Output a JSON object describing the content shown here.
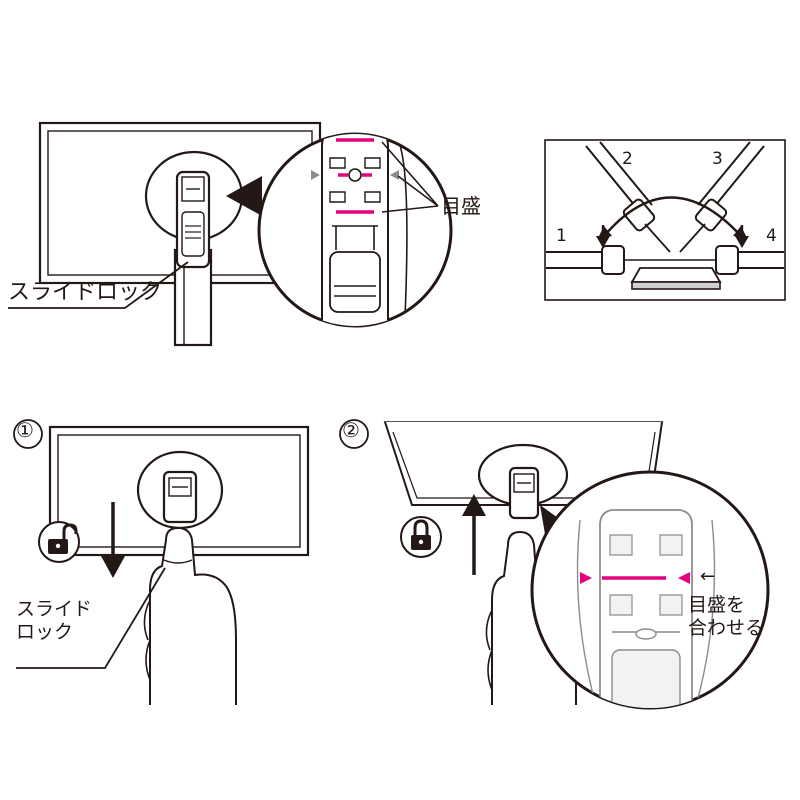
{
  "labels": {
    "slide_lock": "スライドロック",
    "slide_lock_wrapped": "スライド\nロック",
    "scale": "目盛",
    "align_scale": "目盛を\n合わせる",
    "arrow_hint": "←"
  },
  "angle_positions": [
    "1",
    "2",
    "3",
    "4"
  ],
  "steps": [
    "①",
    "②"
  ],
  "icons": {
    "unlocked": "unlocked-padlock-icon",
    "locked": "locked-padlock-icon"
  },
  "colors": {
    "ink": "#231815",
    "accent": "#e4007f",
    "gray_mark": "#8c8c8c",
    "light_fill": "#f2f2f2",
    "panel_fill": "#cfcfcf",
    "skin": "#ffffff"
  }
}
